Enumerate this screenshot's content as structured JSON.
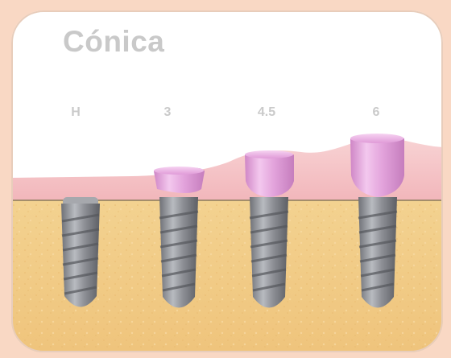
{
  "title": "Cónica",
  "levels": [
    "H",
    "3",
    "4.5",
    "6"
  ],
  "colors": {
    "background": "#f9d8c4",
    "bone": "#f1cb86",
    "gum": "#f4bcc0",
    "abutment": "#e6a6dc",
    "implant": "#8c8e94",
    "label": "#c9c9c9"
  },
  "icons": [
    "implant-h-icon",
    "implant-3-icon",
    "implant-4-5-icon",
    "implant-6-icon"
  ]
}
